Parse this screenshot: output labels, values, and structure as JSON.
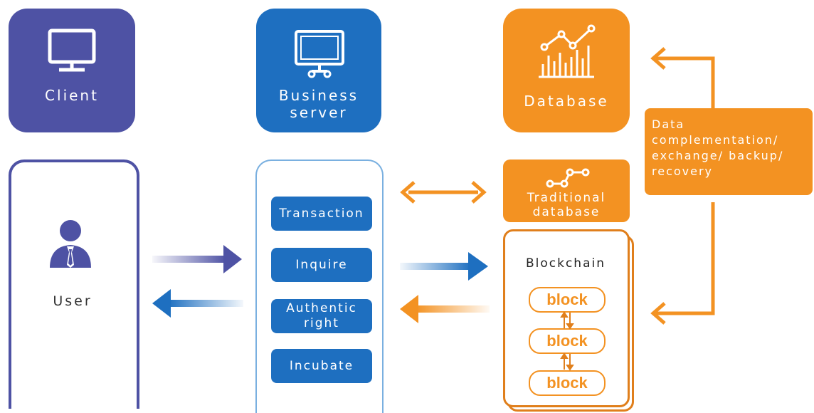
{
  "tiles": {
    "client": {
      "label": "Client",
      "icon": "monitor-icon"
    },
    "business": {
      "label": "Business server",
      "icon": "server-icon"
    },
    "database": {
      "label": "Database",
      "icon": "analytics-chart-icon"
    }
  },
  "user_panel": {
    "label": "User",
    "icon": "user-icon"
  },
  "functions": [
    "Transaction",
    "Inquire",
    "Authentic right",
    "Incubate"
  ],
  "traditional_database": {
    "label": "Traditional database",
    "icon": "network-nodes-icon"
  },
  "blockchain": {
    "title": "Blockchain",
    "blocks": [
      "block",
      "block",
      "block"
    ]
  },
  "data_ops": {
    "label": "Data complementation/ exchange/ backup/ recovery"
  },
  "colors": {
    "client": "#4e52a4",
    "business": "#1e6fc0",
    "database": "#f39222",
    "blockchain_border": "#e07f1c"
  }
}
